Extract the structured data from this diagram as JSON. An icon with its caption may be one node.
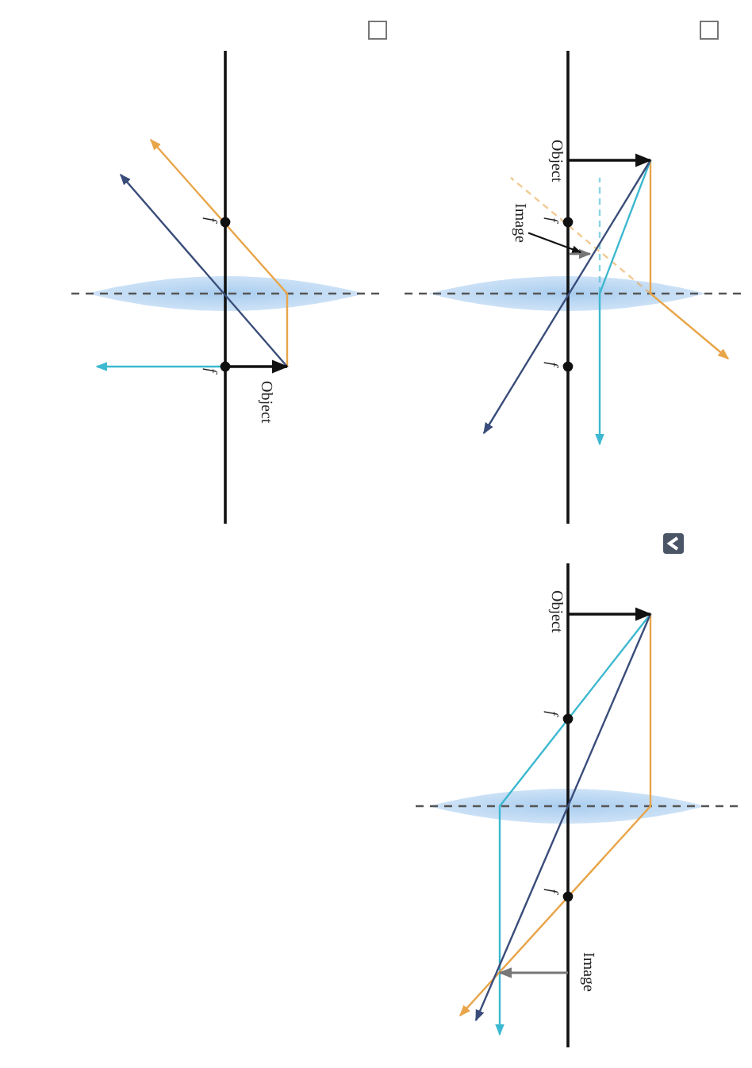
{
  "diagram": {
    "nodes": [
      {
        "text": [
          "Image"
        ]
      },
      {
        "text": [],
        "shape": "arrow"
      }
    ],
    "edges": [
      {
        "from": 0,
        "to": 1,
        "arrow": "to"
      }
    ],
    "labels": [
      "Object",
      "f",
      "f",
      "f",
      "f",
      "Object",
      "Object",
      "f",
      "f",
      "Image"
    ]
  }
}
